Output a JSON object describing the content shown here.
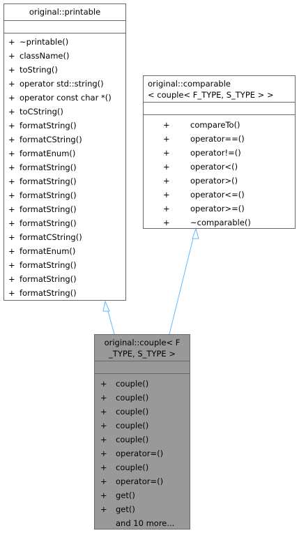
{
  "printable": {
    "title": "original::printable",
    "methods": [
      {
        "vis": "+",
        "name": "~printable()"
      },
      {
        "vis": "+",
        "name": "className()"
      },
      {
        "vis": "+",
        "name": "toString()"
      },
      {
        "vis": "+",
        "name": "operator std::string()"
      },
      {
        "vis": "+",
        "name": "operator const char *()"
      },
      {
        "vis": "+",
        "name": "toCString()"
      },
      {
        "vis": "+",
        "name": "formatString()"
      },
      {
        "vis": "+",
        "name": "formatCString()"
      },
      {
        "vis": "+",
        "name": "formatEnum()"
      },
      {
        "vis": "+",
        "name": "formatString()"
      },
      {
        "vis": "+",
        "name": "formatString()"
      },
      {
        "vis": "+",
        "name": "formatString()"
      },
      {
        "vis": "+",
        "name": "formatString()"
      },
      {
        "vis": "+",
        "name": "formatString()"
      },
      {
        "vis": "+",
        "name": "formatCString()"
      },
      {
        "vis": "+",
        "name": "formatEnum()"
      },
      {
        "vis": "+",
        "name": "formatString()"
      },
      {
        "vis": "+",
        "name": "formatString()"
      },
      {
        "vis": "+",
        "name": "formatString()"
      }
    ]
  },
  "comparable": {
    "title_line1": "original::comparable",
    "title_line2": "< couple< F_TYPE, S_TYPE > >",
    "methods": [
      {
        "vis": "+",
        "name": "compareTo()"
      },
      {
        "vis": "+",
        "name": "operator==()"
      },
      {
        "vis": "+",
        "name": "operator!=()"
      },
      {
        "vis": "+",
        "name": "operator<()"
      },
      {
        "vis": "+",
        "name": "operator>()"
      },
      {
        "vis": "+",
        "name": "operator<=()"
      },
      {
        "vis": "+",
        "name": "operator>=()"
      },
      {
        "vis": "+",
        "name": "~comparable()"
      }
    ]
  },
  "couple": {
    "title_line1": "original::couple< F",
    "title_line2": "_TYPE, S_TYPE >",
    "methods": [
      {
        "vis": "+",
        "name": "couple()"
      },
      {
        "vis": "+",
        "name": "couple()"
      },
      {
        "vis": "+",
        "name": "couple()"
      },
      {
        "vis": "+",
        "name": "couple()"
      },
      {
        "vis": "+",
        "name": "couple()"
      },
      {
        "vis": "+",
        "name": "operator=()"
      },
      {
        "vis": "+",
        "name": "couple()"
      },
      {
        "vis": "+",
        "name": "operator=()"
      },
      {
        "vis": "+",
        "name": "get()"
      },
      {
        "vis": "+",
        "name": "get()"
      },
      {
        "vis": "",
        "name": "and 10 more..."
      }
    ]
  },
  "colors": {
    "border": "#666666",
    "edge": "#63b8ff",
    "focus_fill": "#999999"
  }
}
